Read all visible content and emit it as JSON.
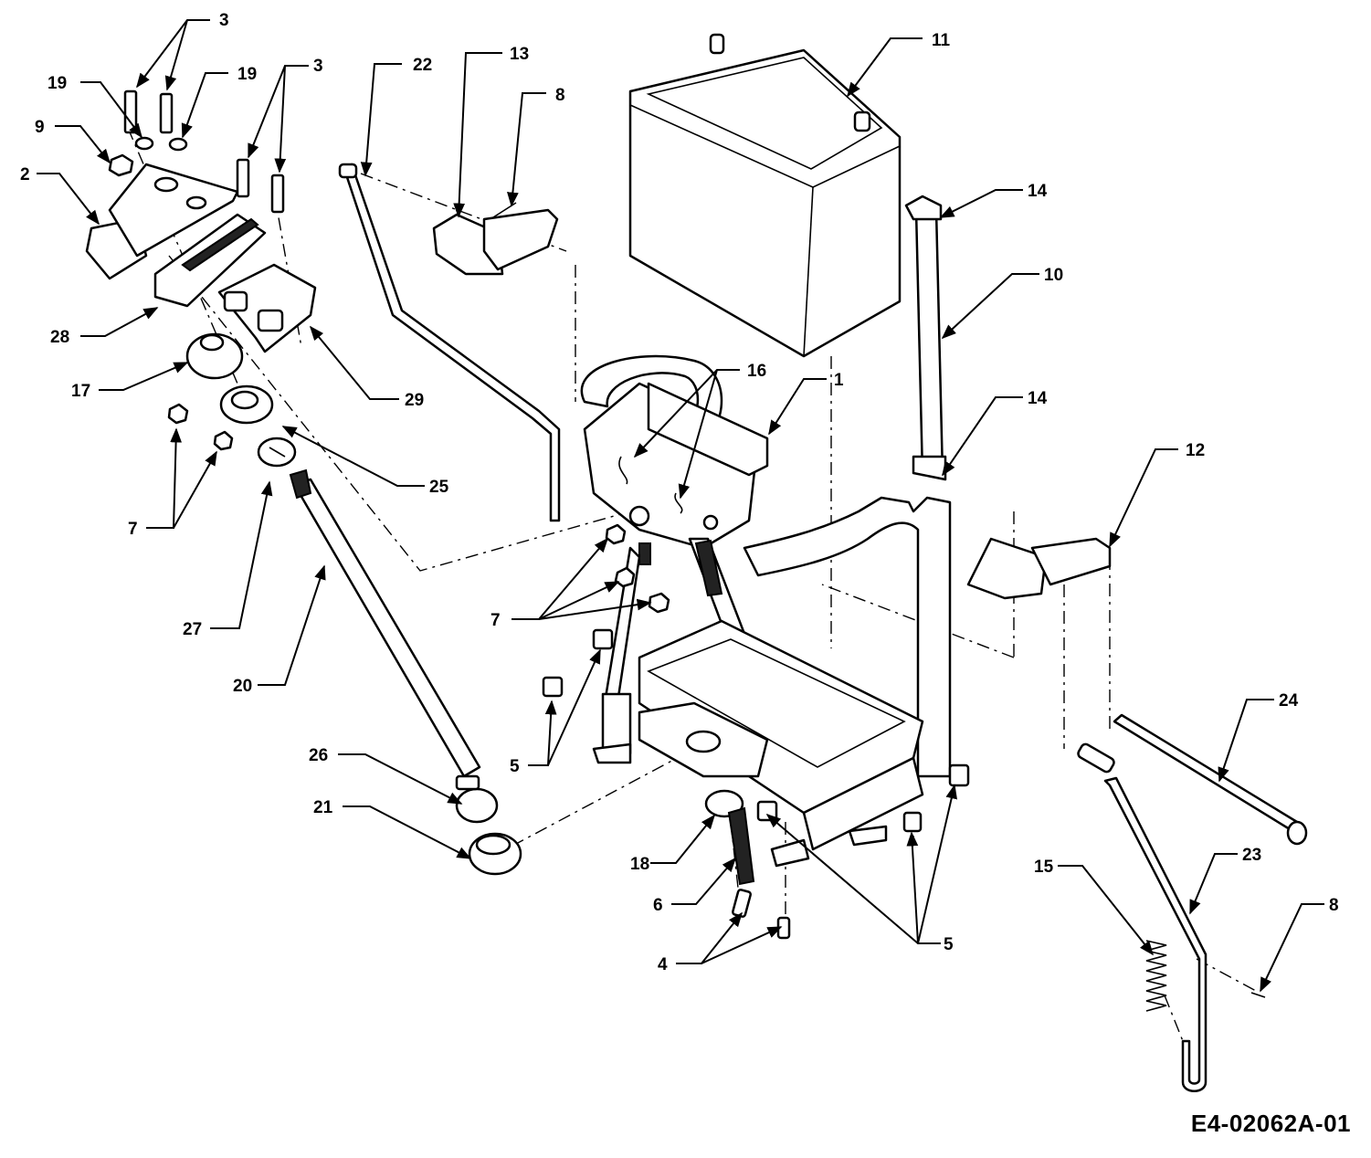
{
  "drawing_code": "E4-02062A-01",
  "callouts": [
    "1",
    "2",
    "3",
    "3",
    "4",
    "5",
    "5",
    "6",
    "7",
    "7",
    "7",
    "8",
    "8",
    "9",
    "10",
    "11",
    "12",
    "13",
    "14",
    "14",
    "15",
    "16",
    "17",
    "18",
    "19",
    "19",
    "20",
    "21",
    "22",
    "23",
    "24",
    "25",
    "26",
    "27",
    "28",
    "29"
  ],
  "icons": {
    "arrowhead": "arrowhead-icon"
  },
  "colors": {
    "ink": "#000000",
    "paper": "#ffffff"
  }
}
